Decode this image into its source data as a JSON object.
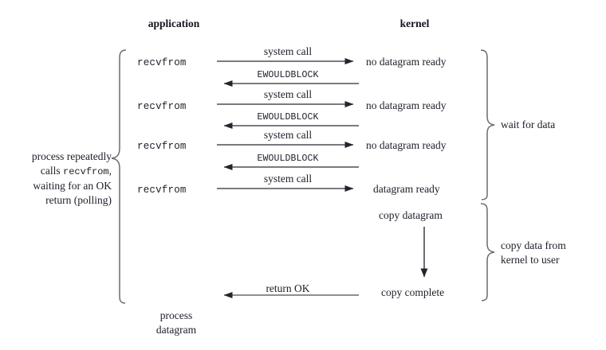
{
  "diagram": {
    "title_columns": {
      "application": "application",
      "kernel": "kernel"
    },
    "app_calls": [
      {
        "label": "recvfrom"
      },
      {
        "label": "recvfrom"
      },
      {
        "label": "recvfrom"
      },
      {
        "label": "recvfrom"
      }
    ],
    "kernel_states": [
      {
        "label": "no datagram ready"
      },
      {
        "label": "no datagram ready"
      },
      {
        "label": "no datagram ready"
      },
      {
        "label": "datagram ready"
      },
      {
        "label": "copy datagram"
      },
      {
        "label": "copy complete"
      }
    ],
    "arrows": [
      {
        "label": "system call",
        "direction": "right",
        "style": "serif"
      },
      {
        "label": "EWOULDBLOCK",
        "direction": "left",
        "style": "mono"
      },
      {
        "label": "system call",
        "direction": "right",
        "style": "serif"
      },
      {
        "label": "EWOULDBLOCK",
        "direction": "left",
        "style": "mono"
      },
      {
        "label": "system call",
        "direction": "right",
        "style": "serif"
      },
      {
        "label": "EWOULDBLOCK",
        "direction": "left",
        "style": "mono"
      },
      {
        "label": "system call",
        "direction": "right",
        "style": "serif"
      },
      {
        "label": "return OK",
        "direction": "left",
        "style": "serif"
      }
    ],
    "left_note": {
      "line1": "process repeatedly",
      "line2_pre": "calls ",
      "line2_mono": "recvfrom",
      "line2_post": ",",
      "line3": "waiting for an OK",
      "line4": "return (polling)"
    },
    "right_notes": [
      {
        "line1": "wait for data",
        "line2": ""
      },
      {
        "line1": "copy data from",
        "line2": "kernel to user"
      }
    ],
    "bottom_left": {
      "line1": "process",
      "line2": "datagram"
    },
    "colors": {
      "ink": "#20202c",
      "line": "#4a4a52",
      "background": "#ffffff"
    }
  }
}
